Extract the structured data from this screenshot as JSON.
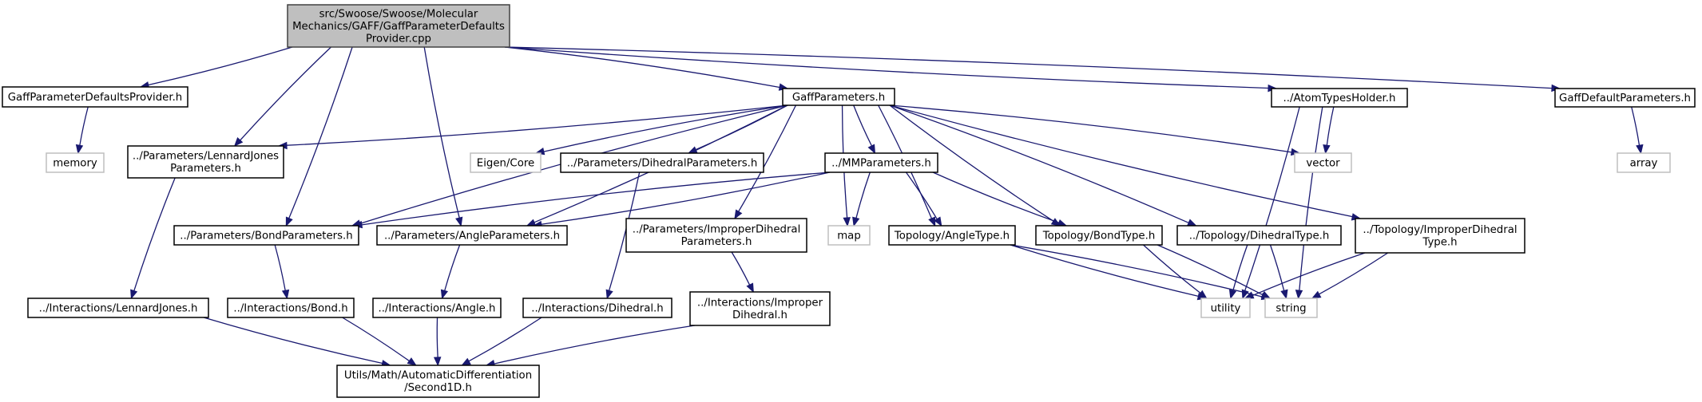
{
  "diagram": {
    "nodes": [
      {
        "id": "root",
        "lines": [
          "src/Swoose/Swoose/Molecular",
          "Mechanics/GAFF/GaffParameterDefaults",
          "Provider.cpp"
        ],
        "style": "root"
      },
      {
        "id": "gpdp",
        "lines": [
          "GaffParameterDefaultsProvider.h"
        ],
        "style": "normal"
      },
      {
        "id": "gp",
        "lines": [
          "GaffParameters.h"
        ],
        "style": "normal"
      },
      {
        "id": "ath",
        "lines": [
          "../AtomTypesHolder.h"
        ],
        "style": "normal"
      },
      {
        "id": "gdp",
        "lines": [
          "GaffDefaultParameters.h"
        ],
        "style": "normal"
      },
      {
        "id": "memory",
        "lines": [
          "memory"
        ],
        "style": "external"
      },
      {
        "id": "ljp",
        "lines": [
          "../Parameters/LennardJones",
          "Parameters.h"
        ],
        "style": "normal"
      },
      {
        "id": "eigen",
        "lines": [
          "Eigen/Core"
        ],
        "style": "external"
      },
      {
        "id": "dihp",
        "lines": [
          "../Parameters/DihedralParameters.h"
        ],
        "style": "normal"
      },
      {
        "id": "mmp",
        "lines": [
          "../MMParameters.h"
        ],
        "style": "normal"
      },
      {
        "id": "vector",
        "lines": [
          "vector"
        ],
        "style": "external"
      },
      {
        "id": "array",
        "lines": [
          "array"
        ],
        "style": "external"
      },
      {
        "id": "bondp",
        "lines": [
          "../Parameters/BondParameters.h"
        ],
        "style": "normal"
      },
      {
        "id": "anglep",
        "lines": [
          "../Parameters/AngleParameters.h"
        ],
        "style": "normal"
      },
      {
        "id": "impdp",
        "lines": [
          "../Parameters/ImproperDihedral",
          "Parameters.h"
        ],
        "style": "normal"
      },
      {
        "id": "map",
        "lines": [
          "map"
        ],
        "style": "external"
      },
      {
        "id": "topang",
        "lines": [
          "Topology/AngleType.h"
        ],
        "style": "normal"
      },
      {
        "id": "topbond",
        "lines": [
          "Topology/BondType.h"
        ],
        "style": "normal"
      },
      {
        "id": "topdih",
        "lines": [
          "../Topology/DihedralType.h"
        ],
        "style": "normal"
      },
      {
        "id": "topimp",
        "lines": [
          "../Topology/ImproperDihedral",
          "Type.h"
        ],
        "style": "normal"
      },
      {
        "id": "ilj",
        "lines": [
          "../Interactions/LennardJones.h"
        ],
        "style": "normal"
      },
      {
        "id": "ibond",
        "lines": [
          "../Interactions/Bond.h"
        ],
        "style": "normal"
      },
      {
        "id": "iangle",
        "lines": [
          "../Interactions/Angle.h"
        ],
        "style": "normal"
      },
      {
        "id": "idih",
        "lines": [
          "../Interactions/Dihedral.h"
        ],
        "style": "normal"
      },
      {
        "id": "iimp",
        "lines": [
          "../Interactions/Improper",
          "Dihedral.h"
        ],
        "style": "normal"
      },
      {
        "id": "utility",
        "lines": [
          "utility"
        ],
        "style": "external"
      },
      {
        "id": "string",
        "lines": [
          "string"
        ],
        "style": "external"
      },
      {
        "id": "second",
        "lines": [
          "Utils/Math/AutomaticDifferentiation",
          "/Second1D.h"
        ],
        "style": "normal"
      }
    ],
    "edges": [
      [
        "root",
        "gpdp"
      ],
      [
        "root",
        "ljp"
      ],
      [
        "root",
        "bondp"
      ],
      [
        "root",
        "anglep"
      ],
      [
        "root",
        "gp"
      ],
      [
        "root",
        "ath"
      ],
      [
        "root",
        "gdp"
      ],
      [
        "gpdp",
        "memory"
      ],
      [
        "gp",
        "ljp"
      ],
      [
        "gp",
        "bondp"
      ],
      [
        "gp",
        "anglep"
      ],
      [
        "gp",
        "eigen"
      ],
      [
        "gp",
        "dihp"
      ],
      [
        "gp",
        "mmp"
      ],
      [
        "gp",
        "impdp"
      ],
      [
        "gp",
        "map"
      ],
      [
        "gp",
        "topang"
      ],
      [
        "gp",
        "topbond"
      ],
      [
        "gp",
        "topdih"
      ],
      [
        "gp",
        "topimp"
      ],
      [
        "gp",
        "vector"
      ],
      [
        "ath",
        "vector"
      ],
      [
        "ath",
        "utility"
      ],
      [
        "ath",
        "string"
      ],
      [
        "gdp",
        "array"
      ],
      [
        "ljp",
        "ilj"
      ],
      [
        "dihp",
        "idih"
      ],
      [
        "mmp",
        "bondp"
      ],
      [
        "mmp",
        "anglep"
      ],
      [
        "mmp",
        "map"
      ],
      [
        "mmp",
        "topang"
      ],
      [
        "mmp",
        "topbond"
      ],
      [
        "bondp",
        "ibond"
      ],
      [
        "anglep",
        "iangle"
      ],
      [
        "impdp",
        "iimp"
      ],
      [
        "topang",
        "utility"
      ],
      [
        "topang",
        "string"
      ],
      [
        "topbond",
        "utility"
      ],
      [
        "topbond",
        "string"
      ],
      [
        "topdih",
        "utility"
      ],
      [
        "topdih",
        "string"
      ],
      [
        "topimp",
        "utility"
      ],
      [
        "topimp",
        "string"
      ],
      [
        "ilj",
        "second"
      ],
      [
        "ibond",
        "second"
      ],
      [
        "iangle",
        "second"
      ],
      [
        "idih",
        "second"
      ],
      [
        "iimp",
        "second"
      ]
    ]
  }
}
